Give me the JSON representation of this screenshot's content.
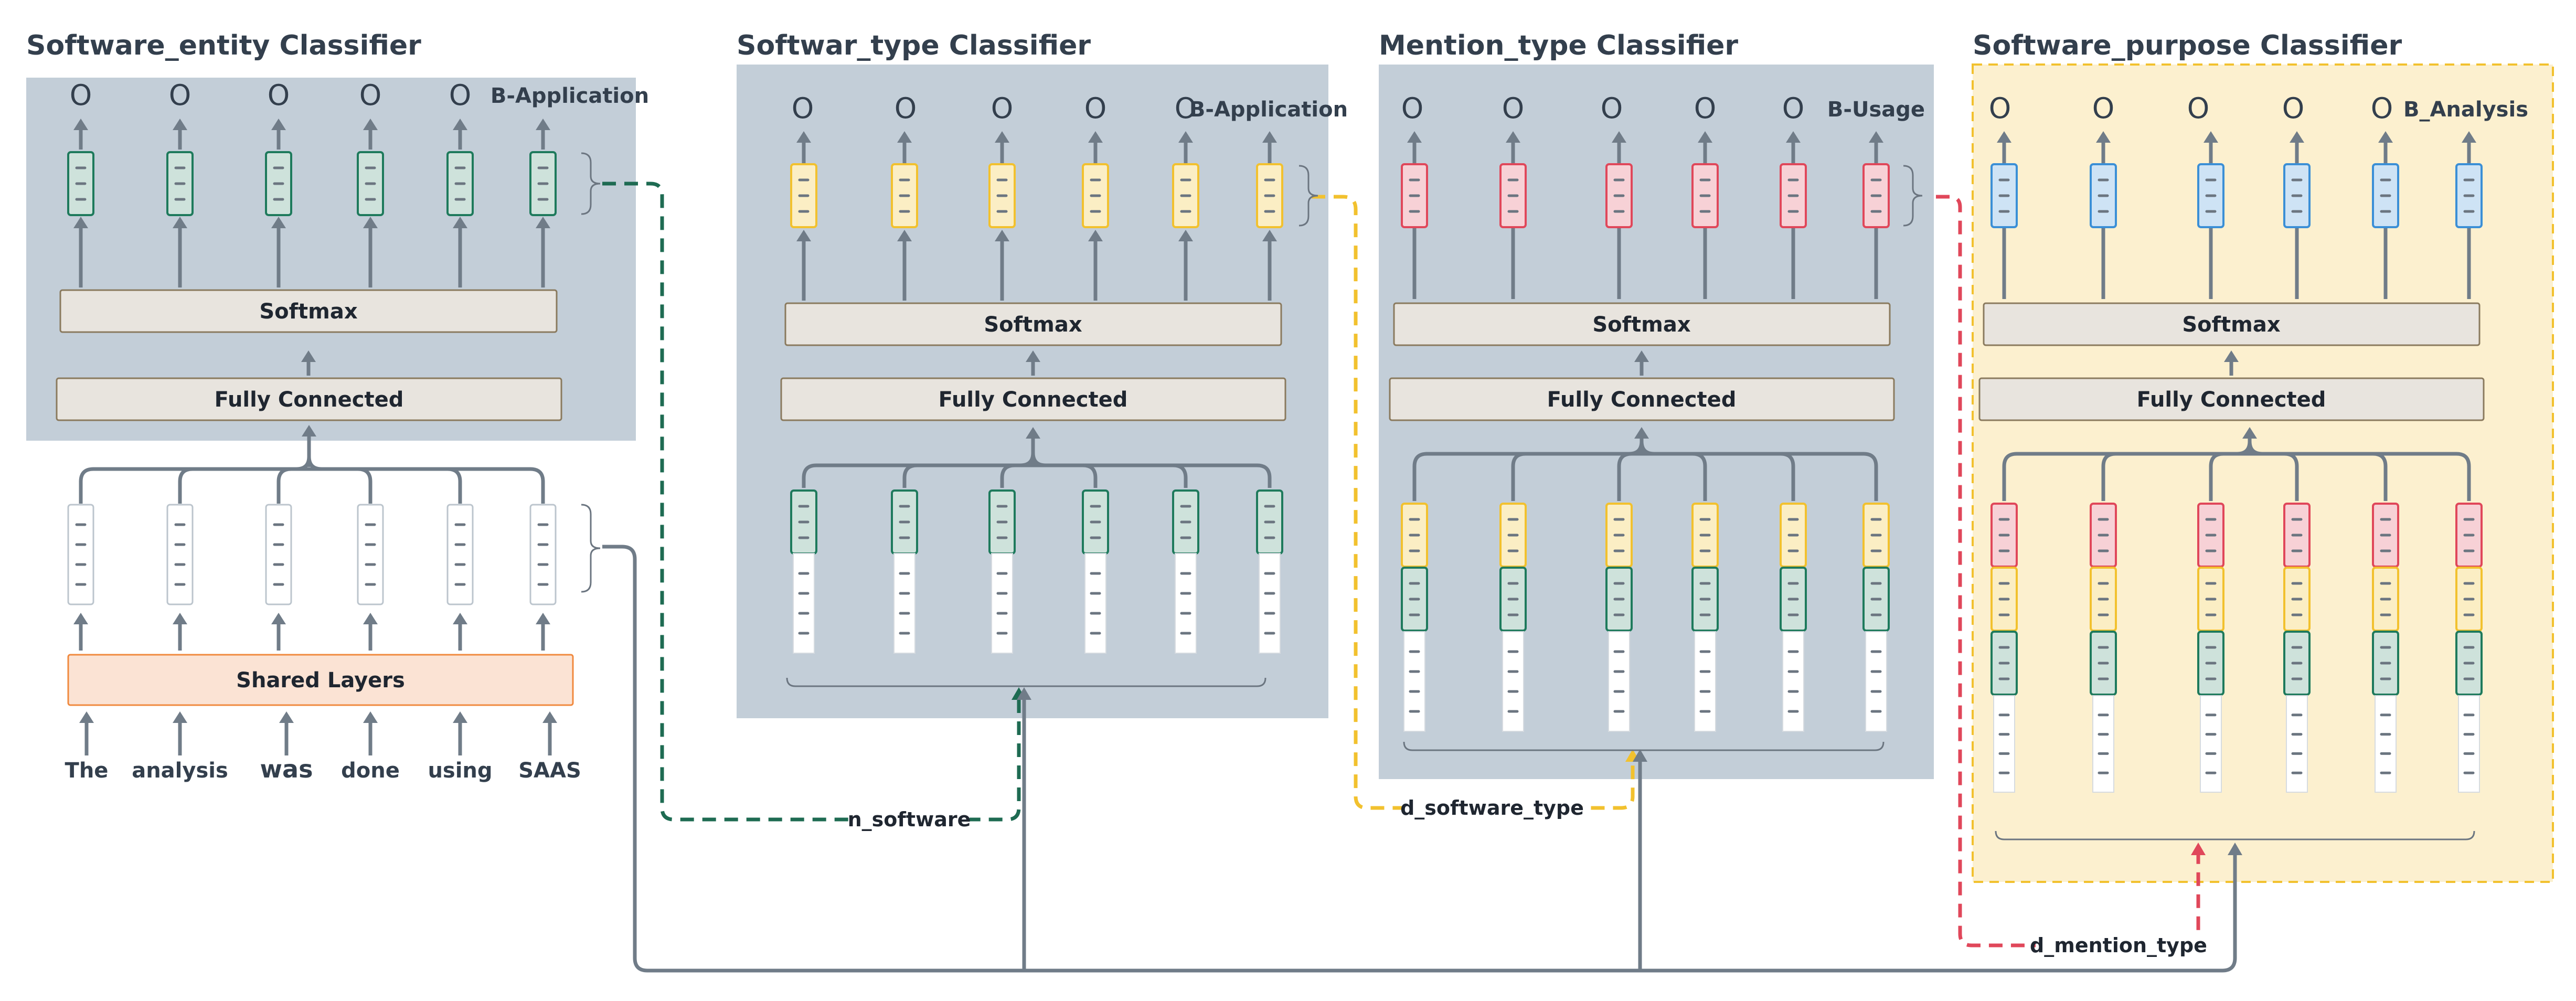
{
  "classifiers": [
    {
      "id": "entity",
      "title": "Software_entity Classifier",
      "outputs": [
        "O",
        "O",
        "O",
        "O",
        "O",
        "B-Application"
      ],
      "softmax": "Softmax",
      "fully_connected": "Fully Connected",
      "color": "#1e7a5c"
    },
    {
      "id": "type",
      "title": "Softwar_type Classifier",
      "outputs": [
        "O",
        "O",
        "O",
        "O",
        "O",
        "B-Application"
      ],
      "softmax": "Softmax",
      "fully_connected": "Fully Connected",
      "color": "#f2c12e"
    },
    {
      "id": "mention",
      "title": "Mention_type Classifier",
      "outputs": [
        "O",
        "O",
        "O",
        "O",
        "O",
        "B-Usage"
      ],
      "softmax": "Softmax",
      "fully_connected": "Fully Connected",
      "color": "#e0475a"
    },
    {
      "id": "purpose",
      "title": "Software_purpose Classifier",
      "outputs": [
        "O",
        "O",
        "O",
        "O",
        "O",
        "B_Analysis"
      ],
      "softmax": "Softmax",
      "fully_connected": "Fully Connected",
      "color": "#3b8fd6"
    }
  ],
  "shared": {
    "label": "Shared Layers",
    "words": [
      "The",
      "analysis",
      "was",
      "done",
      "using",
      "SAAS"
    ]
  },
  "edges": {
    "n_software": "n_software",
    "d_software_type": "d_software_type",
    "d_mention_type": "d_mention_type"
  },
  "colors": {
    "panel_bg": "#c3ced8",
    "purpose_panel_bg": "#fcf0cf",
    "purpose_panel_border": "#f2c12e",
    "box_fill": "#e8e4de",
    "shared_fill": "#fbe3d4",
    "shared_border": "#f0893e",
    "arrow": "#707c88",
    "entity": "#1e7a5c",
    "type": "#f2c12e",
    "mention": "#e0475a",
    "purpose": "#3b8fd6",
    "neutral": "#c0c8d0"
  },
  "icons": {
    "arrow": "arrow-up-icon",
    "brace": "curly-brace-icon"
  }
}
